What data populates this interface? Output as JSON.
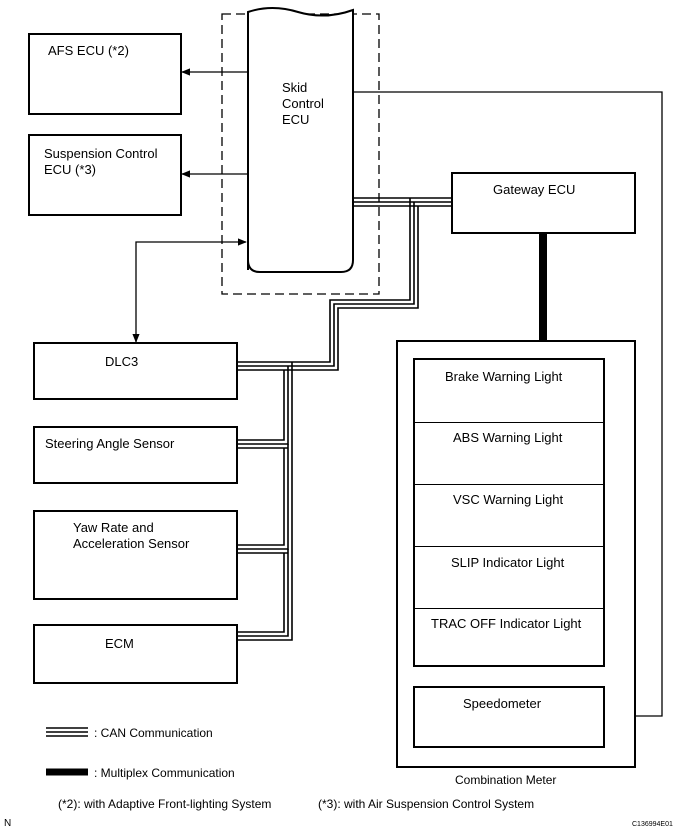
{
  "ecus": {
    "afs": "AFS ECU (*2)",
    "suspension": "Suspension Control\nECU (*3)",
    "skid": "Skid\nControl\nECU",
    "gateway": "Gateway ECU"
  },
  "devices": {
    "dlc3": "DLC3",
    "steering": "Steering Angle Sensor",
    "yaw": "Yaw Rate and\nAcceleration Sensor",
    "ecm": "ECM"
  },
  "meter": {
    "title": "Combination Meter",
    "lights": [
      "Brake Warning Light",
      "ABS Warning Light",
      "VSC Warning Light",
      "SLIP Indicator Light",
      "TRAC OFF Indicator Light"
    ],
    "speedometer": "Speedometer"
  },
  "legend": {
    "can": ": CAN Communication",
    "multiplex": ": Multiplex Communication"
  },
  "footnotes": {
    "note2": "(*2):  with Adaptive Front-lighting System",
    "note3": "(*3):  with Air Suspension Control System"
  },
  "corner": {
    "left": "N",
    "code": "C136994E01"
  }
}
